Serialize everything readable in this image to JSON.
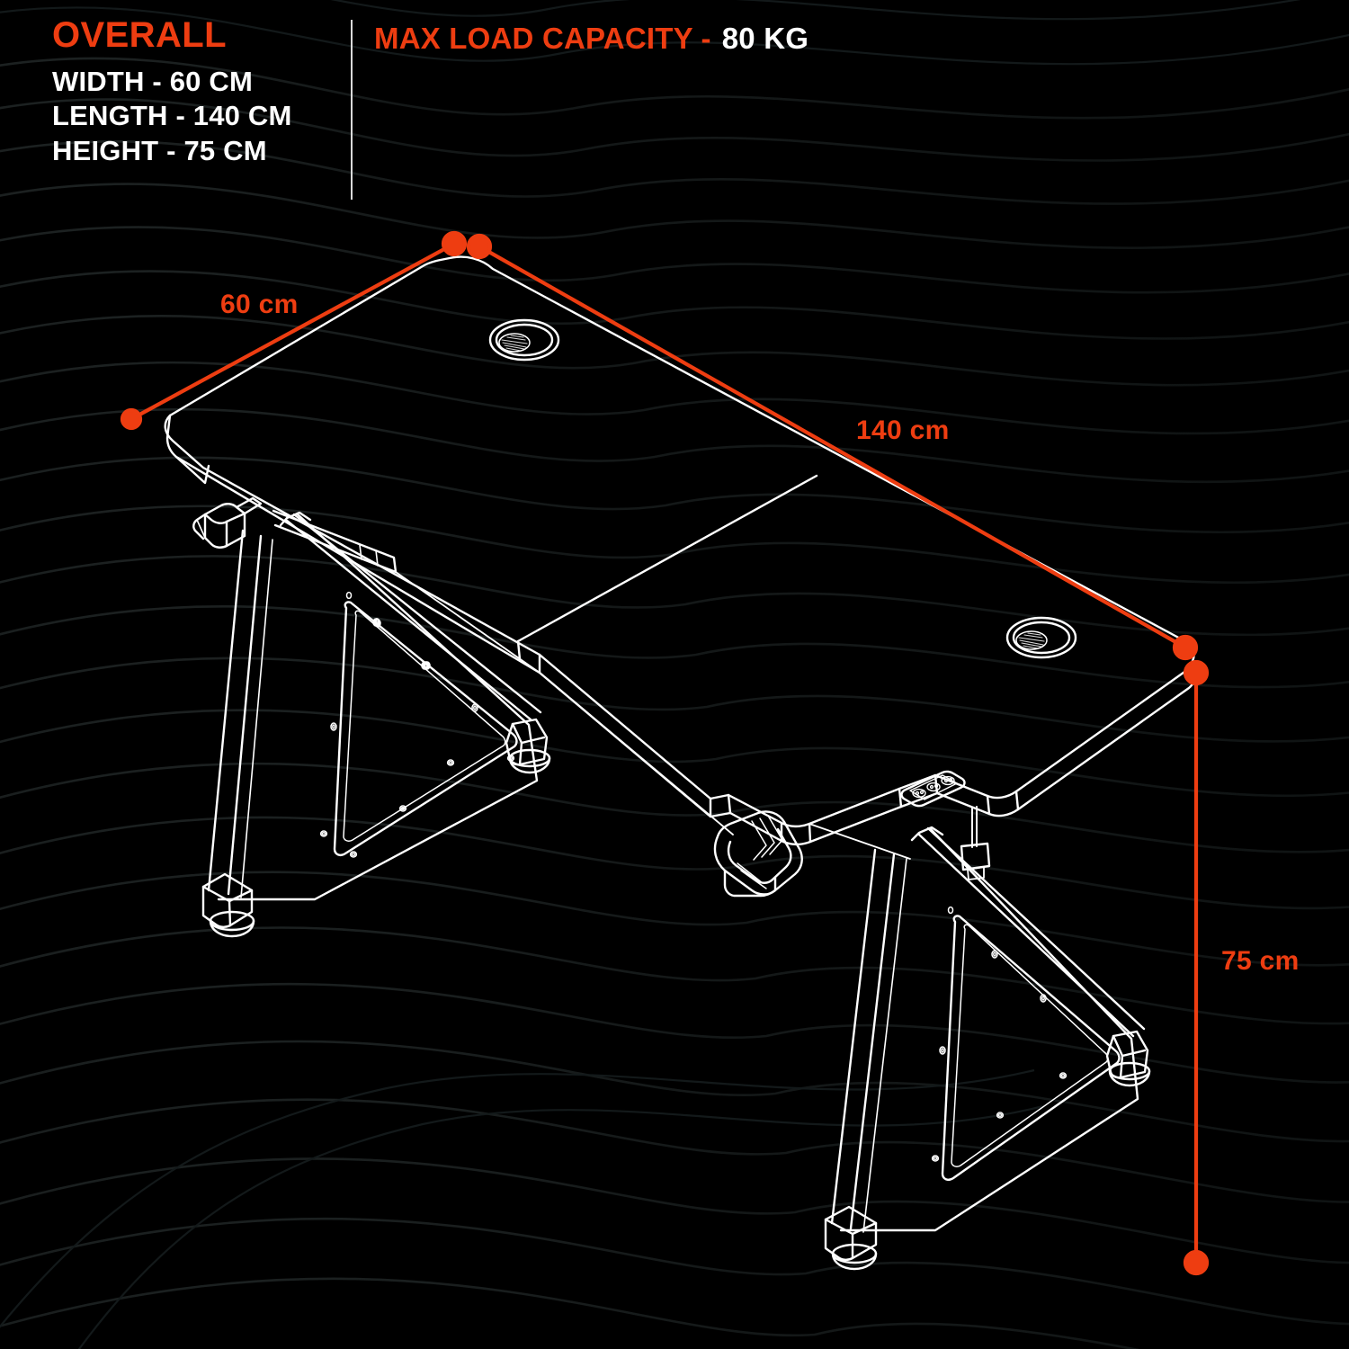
{
  "page": {
    "background_color": "#000000",
    "accent_color": "#ee3d11",
    "line_color": "#ffffff",
    "wave_color": "#161a1a"
  },
  "header": {
    "overall_title": "OVERALL",
    "specs": [
      "WIDTH - 60 CM",
      "LENGTH - 140 CM",
      "HEIGHT - 75 CM"
    ],
    "max_load_label": "MAX LOAD CAPACITY -",
    "max_load_value": "80 KG"
  },
  "dimensions": {
    "width": "60 cm",
    "length": "140 cm",
    "height": "75 cm"
  },
  "product": {
    "type": "gaming-desk",
    "features": [
      "cable-grommet-left",
      "cable-grommet-right",
      "cup-holder",
      "headphone-hook",
      "power-socket-strip",
      "k-shaped-leg-frame",
      "leveling-feet"
    ]
  }
}
